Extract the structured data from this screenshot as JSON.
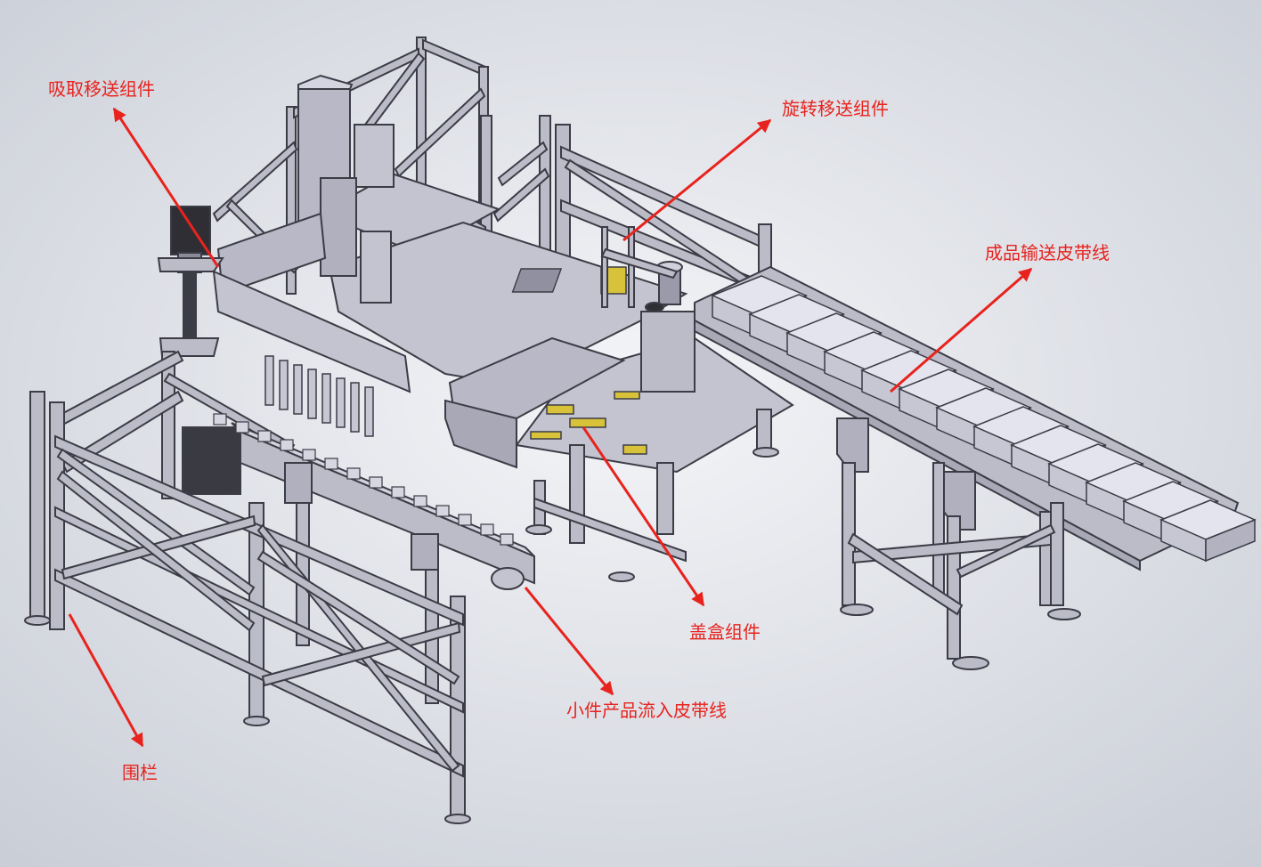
{
  "colors": {
    "background_center": "#f4f5f8",
    "background_edge": "#c9cdd6",
    "frame_fill": "#bcbcc8",
    "frame_stroke": "#3c3c46",
    "plate_fill": "#c4c4d0",
    "box_fill": "#c7c7d4",
    "box_top": "#e4e4ee",
    "motor_fill": "#2e2e34",
    "accent_yellow": "#d8c23a",
    "callout_text": "#e8231e",
    "callout_arrow": "#e8231e"
  },
  "callouts": [
    {
      "id": "suction",
      "label": "吸取移送组件"
    },
    {
      "id": "rotary",
      "label": "旋转移送组件"
    },
    {
      "id": "finished",
      "label": "成品输送皮带线"
    },
    {
      "id": "lid",
      "label": "盖盒组件"
    },
    {
      "id": "small",
      "label": "小件产品流入皮带线"
    },
    {
      "id": "fence",
      "label": "围栏"
    }
  ]
}
